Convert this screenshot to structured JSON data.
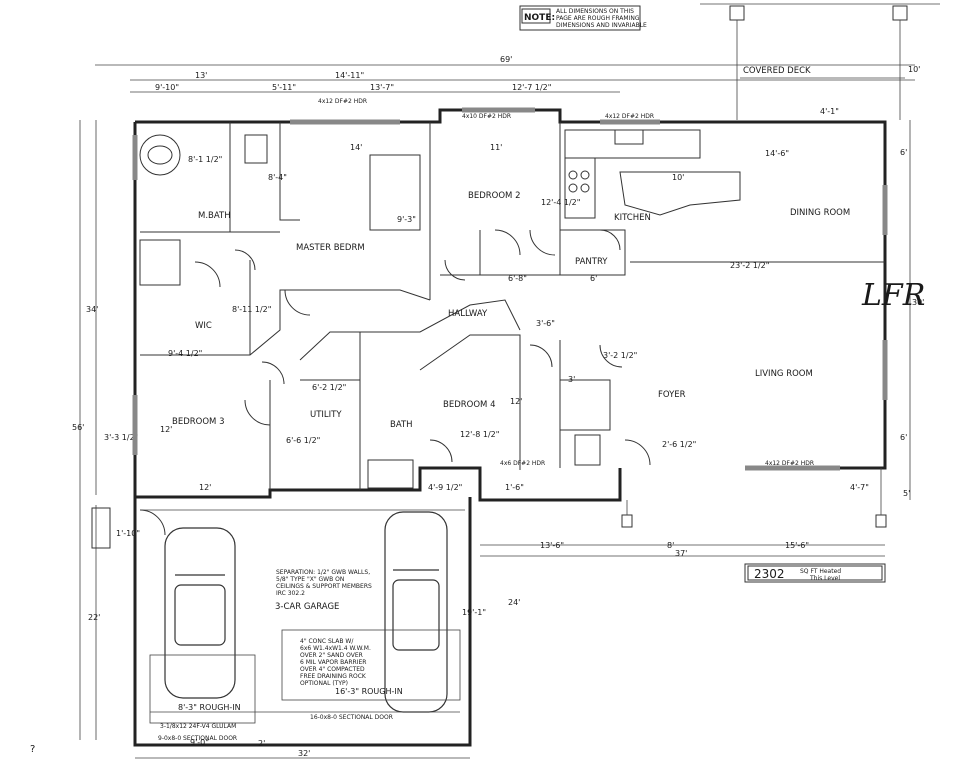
{
  "header_note": {
    "tag": "NOTE:",
    "lines": [
      "ALL DIMENSIONS ON THIS",
      "PAGE ARE ROUGH FRAMING",
      "DIMENSIONS AND INVARIABLE"
    ]
  },
  "rooms": {
    "covered_deck": "COVERED DECK",
    "m_bath": "M.BATH",
    "master_bedroom": "MASTER BEDRM",
    "bedroom2": "BEDROOM 2",
    "kitchen": "KITCHEN",
    "dining": "DINING ROOM",
    "pantry": "PANTRY",
    "hallway": "HALLWAY",
    "wic": "WIC",
    "bedroom3": "BEDROOM 3",
    "utility": "UTILITY",
    "bath": "BATH",
    "bedroom4": "BEDROOM 4",
    "foyer": "FOYER",
    "living": "LIVING ROOM",
    "garage": "3-CAR GARAGE"
  },
  "dims": {
    "d69": "69'",
    "d13": "13'",
    "d14_11": "14'-11\"",
    "d12_7h": "12'-7 1/2\"",
    "d14": "14'",
    "d9_10": "9'-10\"",
    "d5_11": "5'-11\"",
    "d13_7": "13'-7\"",
    "d11": "11'",
    "d14_6": "14'-6\"",
    "d10": "10'",
    "d4_1": "4'-1\"",
    "d12_4h": "12'-4 1/2\"",
    "d9_3": "9'-3\"",
    "d8_4": "8'-4\"",
    "d8_1_2": "8'-1 1/2\"",
    "d8_11h": "8'-11 1/2\"",
    "d9_4h": "9'-4 1/2\"",
    "d6_8": "6'-8\"",
    "d6": "6'",
    "d23_2h": "23'-2 1/2\"",
    "d3_6": "3'-6\"",
    "d3_2h": "3'-2 1/2\"",
    "d3": "3'",
    "d6_2h": "6'-2 1/2\"",
    "d6_6h": "6'-6 1/2\"",
    "d12": "12'",
    "d12_8h": "12'-8 1/2\"",
    "d2_6h": "2'-6 1/2\"",
    "d4_9h": "4'-9 1/2\"",
    "d1_6": "1'-6\"",
    "d4_7": "4'-7\"",
    "d13_6": "13'-6\"",
    "d8": "8'",
    "d15_6": "15'-6\"",
    "d37": "37'",
    "d34": "34'",
    "d56": "56'",
    "d22": "22'",
    "d24": "24'",
    "d19_1": "19'-1\"",
    "d30": "30'",
    "d5": "5'",
    "d32": "32'",
    "d9_0": "9'-0\"",
    "d3_3h": "3'-3 1/2\"",
    "d1_10": "1'-10\"",
    "d16_3": "16'-3\" ROUGH-IN",
    "d8_3": "8'-3\" ROUGH-IN",
    "d2": "2'"
  },
  "garage_notes": {
    "separation": [
      "SEPARATION: 1/2\" GWB WALLS,",
      "5/8\" TYPE \"X\" GWB ON",
      "CEILINGS & SUPPORT MEMBERS",
      "IRC 302.2"
    ],
    "slab": [
      "4\" CONC SLAB W/",
      "6x6 W1.4xW1.4 W.W.M.",
      "OVER 2\" SAND OVER",
      "6 MIL VAPOR BARRIER",
      "OVER 4\" COMPACTED",
      "FREE DRAINING ROCK",
      "OPTIONAL (TYP)"
    ],
    "door1": "9-0x8-0 SECTIONAL DOOR",
    "door2": "16-0x8-0 SECTIONAL DOOR",
    "header": "3-1/8x12 24F-V4 GLULAM"
  },
  "area": {
    "value": "2302",
    "label1": "SQ FT Heated",
    "label2": "This Level"
  },
  "handwriting": "LFR",
  "corner_mark": "?",
  "headers": {
    "h1": "4x12 DF#2 HDR",
    "h2": "4x10 DF#2 HDR",
    "h3": "4x12 DF#2 HDR",
    "h4": "4x6 DF#2 HDR",
    "h5": "4x12 DF#2 HDR"
  }
}
